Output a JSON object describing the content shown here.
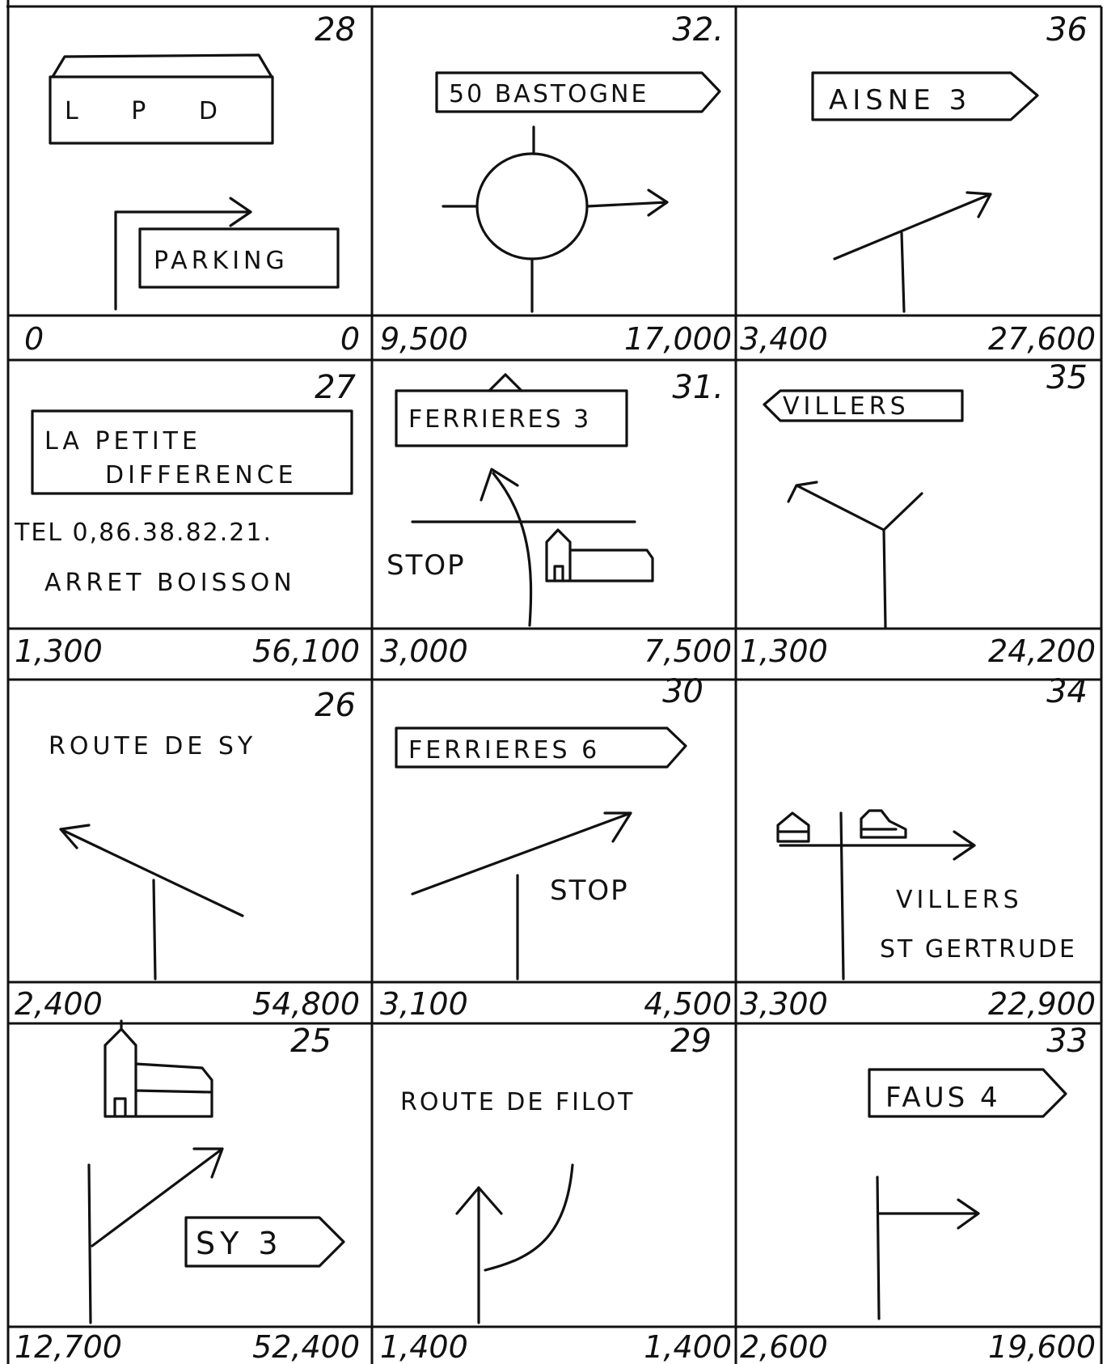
{
  "rows": [
    {
      "cells": [
        {
          "number": "28",
          "left": "0",
          "right": "0",
          "texts": [
            "L P D",
            "PARKING"
          ]
        },
        {
          "number": "32.",
          "left": "9,500",
          "right": "17,000",
          "texts": [
            "50 BASTOGNE"
          ]
        },
        {
          "number": "36",
          "left": "3,400",
          "right": "27,600",
          "texts": [
            "AISNE 3"
          ]
        }
      ]
    },
    {
      "cells": [
        {
          "number": "27",
          "left": "1,300",
          "right": "56,100",
          "texts": [
            "LA PETITE",
            "DIFFERENCE",
            "TEL 0,86.38.82.21.",
            "ARRET BOISSON"
          ]
        },
        {
          "number": "31.",
          "left": "3,000",
          "right": "7,500",
          "texts": [
            "FERRIERES 3",
            "STOP"
          ]
        },
        {
          "number": "35",
          "left": "1,300",
          "right": "24,200",
          "texts": [
            "VILLERS"
          ]
        }
      ]
    },
    {
      "cells": [
        {
          "number": "26",
          "left": "2,400",
          "right": "54,800",
          "texts": [
            "ROUTE DE SY"
          ]
        },
        {
          "number": "30",
          "left": "3,100",
          "right": "4,500",
          "texts": [
            "FERRIERES 6",
            "STOP"
          ]
        },
        {
          "number": "34",
          "left": "3,300",
          "right": "22,900",
          "texts": [
            "VILLERS",
            "ST GERTRUDE"
          ]
        }
      ]
    },
    {
      "cells": [
        {
          "number": "25",
          "left": "12,700",
          "right": "52,400",
          "texts": [
            "SY 3"
          ]
        },
        {
          "number": "29",
          "left": "1,400",
          "right": "1,400",
          "texts": [
            "ROUTE DE FILOT"
          ]
        },
        {
          "number": "33",
          "left": "2,600",
          "right": "19,600",
          "texts": [
            "FAUS 4"
          ]
        }
      ]
    }
  ]
}
